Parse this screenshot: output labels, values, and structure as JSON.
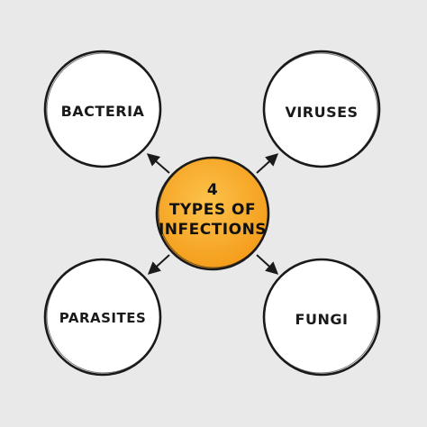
{
  "center": {
    "line1": "4",
    "line2": "TYPES OF",
    "line3": "INFECTIONS"
  },
  "nodes": {
    "top_left": "BACTERIA",
    "top_right": "VIRUSES",
    "bottom_left": "PARASITES",
    "bottom_right": "FUNGI"
  },
  "colors": {
    "background": "#e9e9e9",
    "center_fill": "#f7a51c",
    "center_fill_light": "#fbc24a",
    "outline": "#1a1a1a",
    "circle_fill": "#ffffff"
  }
}
